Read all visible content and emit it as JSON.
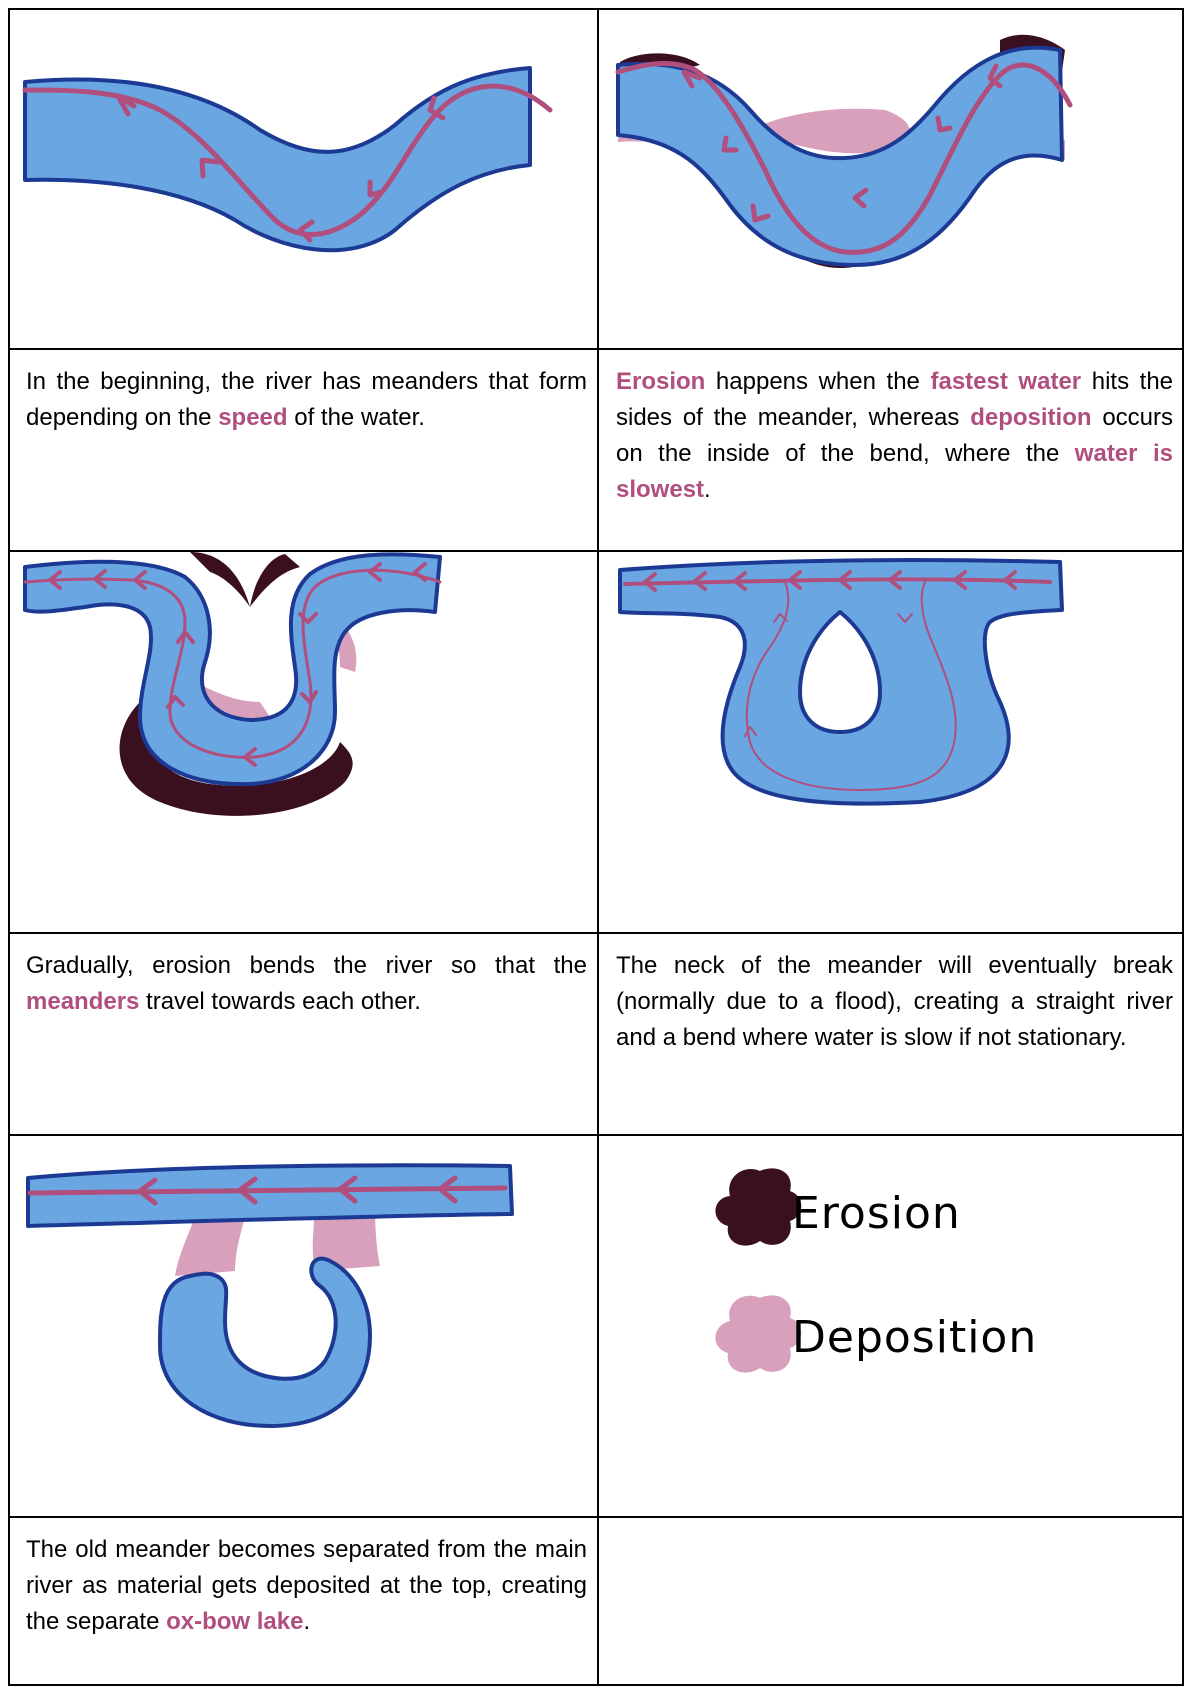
{
  "colors": {
    "water": "#6aa6e2",
    "outline": "#1c3a94",
    "flow": "#b04f7e",
    "erosion": "#3a0f1f",
    "deposition": "#d9a0bc",
    "highlight": "#b04f7e"
  },
  "cells": [
    {
      "pre": "In the beginning, the river has meanders that form depending on the ",
      "hl": "speed",
      "post": " of the water."
    },
    {
      "hl1": "Erosion",
      "t1": " happens when the ",
      "hl2": "fastest water",
      "t2": " hits the sides of the meander, whereas ",
      "hl3": "deposition",
      "t3": " occurs on the inside of the bend, where the ",
      "hl4": "water is slowest",
      "t4": "."
    },
    {
      "pre": "Gradually, erosion bends the river so that the ",
      "hl": "meanders",
      "post": " travel towards each other."
    },
    {
      "text": "The neck of the meander will eventually break (normally due to a flood), creating a straight river and a bend where water is slow if not stationary."
    },
    {
      "pre": "The old meander becomes separated from the main river as material gets deposited at the top, creating the separate ",
      "hl": "ox-bow lake",
      "post": "."
    }
  ],
  "legend": {
    "erosion": "Erosion",
    "deposition": "Deposition"
  }
}
